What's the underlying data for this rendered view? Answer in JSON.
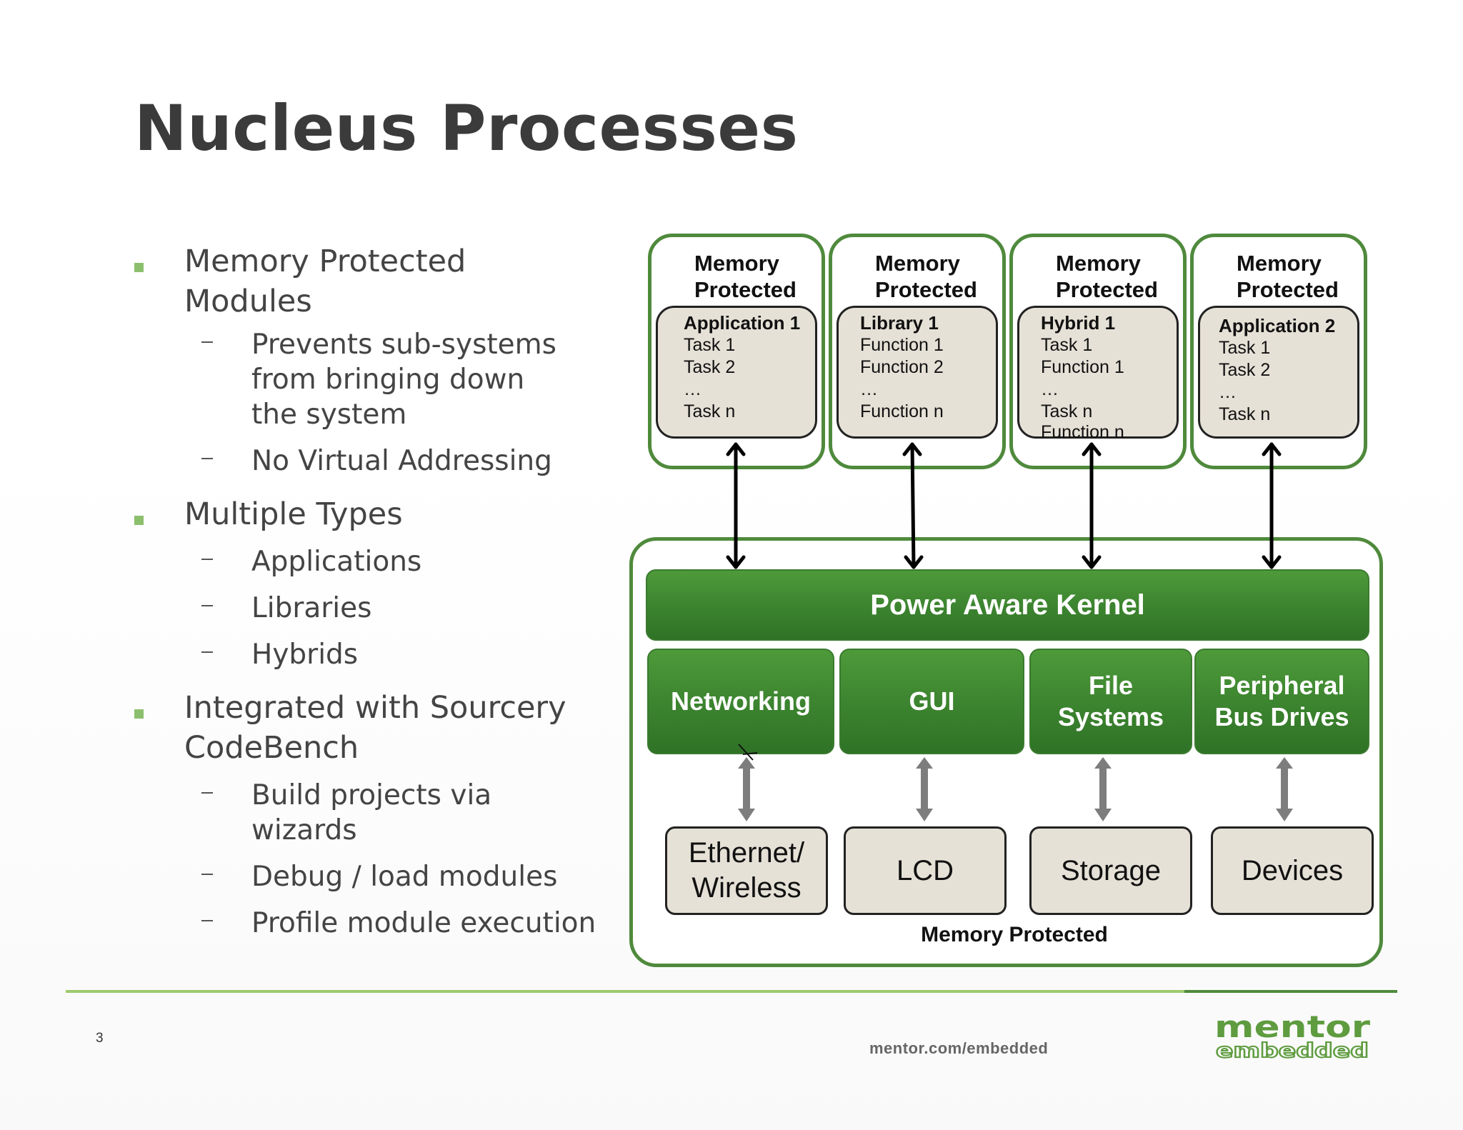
{
  "title": "Nucleus Processes",
  "bullets": [
    {
      "text": "Memory Protected Modules",
      "subs": [
        "Prevents sub-systems from bringing down the system",
        "No Virtual Addressing"
      ]
    },
    {
      "text": "Multiple Types",
      "subs": [
        "Applications",
        "Libraries",
        "Hybrids"
      ]
    },
    {
      "text": "Integrated with Sourcery CodeBench",
      "subs": [
        "Build projects via wizards",
        "Debug / load modules",
        "Profile module execution"
      ]
    }
  ],
  "diagram": {
    "modules": [
      {
        "header": "Memory Protected",
        "title": "Application 1",
        "lines": [
          "Task 1",
          "Task 2",
          "…",
          "Task n"
        ]
      },
      {
        "header": "Memory Protected",
        "title": "Library 1",
        "lines": [
          "Function 1",
          "Function 2",
          "…",
          "Function n"
        ]
      },
      {
        "header": "Memory Protected",
        "title": "Hybrid 1",
        "lines": [
          "Task 1",
          "Function 1",
          "…",
          "Task n",
          "Function n"
        ]
      },
      {
        "header": "Memory Protected",
        "title": "Application 2",
        "lines": [
          "Task 1",
          "Task 2",
          "…",
          "Task n"
        ]
      }
    ],
    "kernel": "Power Aware Kernel",
    "services": [
      "Networking",
      "GUI",
      "File Systems",
      "Peripheral Bus Drives"
    ],
    "hardware": [
      "Ethernet/ Wireless",
      "LCD",
      "Storage",
      "Devices"
    ],
    "bottom_label": "Memory Protected",
    "colors": {
      "frame_green": "#4f8a3c",
      "block_green": "#3d8530",
      "beige": "#e6e1d7"
    }
  },
  "footer": {
    "page_number": "3",
    "url": "mentor.com/embedded",
    "logo_line1": "mentor",
    "logo_line2": "embedded"
  }
}
